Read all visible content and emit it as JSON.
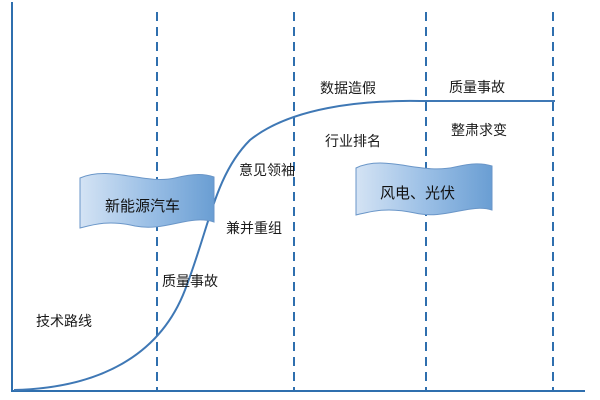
{
  "colors": {
    "axis": "#2f6fae",
    "curve": "#3f78b5",
    "divider": "#2f6fae",
    "flag_fill_light": "#d4e3f4",
    "flag_fill_dark": "#6a9ed3",
    "flag_stroke": "#6a96c8"
  },
  "flags": {
    "left": "新能源汽车",
    "right": "风电、光伏"
  },
  "labels": {
    "tech_route": "技术路线",
    "quality_accident_1": "质量事故",
    "merger": "兼并重组",
    "opinion_leader": "意见领袖",
    "data_fraud": "数据造假",
    "industry_ranking": "行业排名",
    "quality_accident_2": "质量事故",
    "rectification": "整肃求变"
  }
}
